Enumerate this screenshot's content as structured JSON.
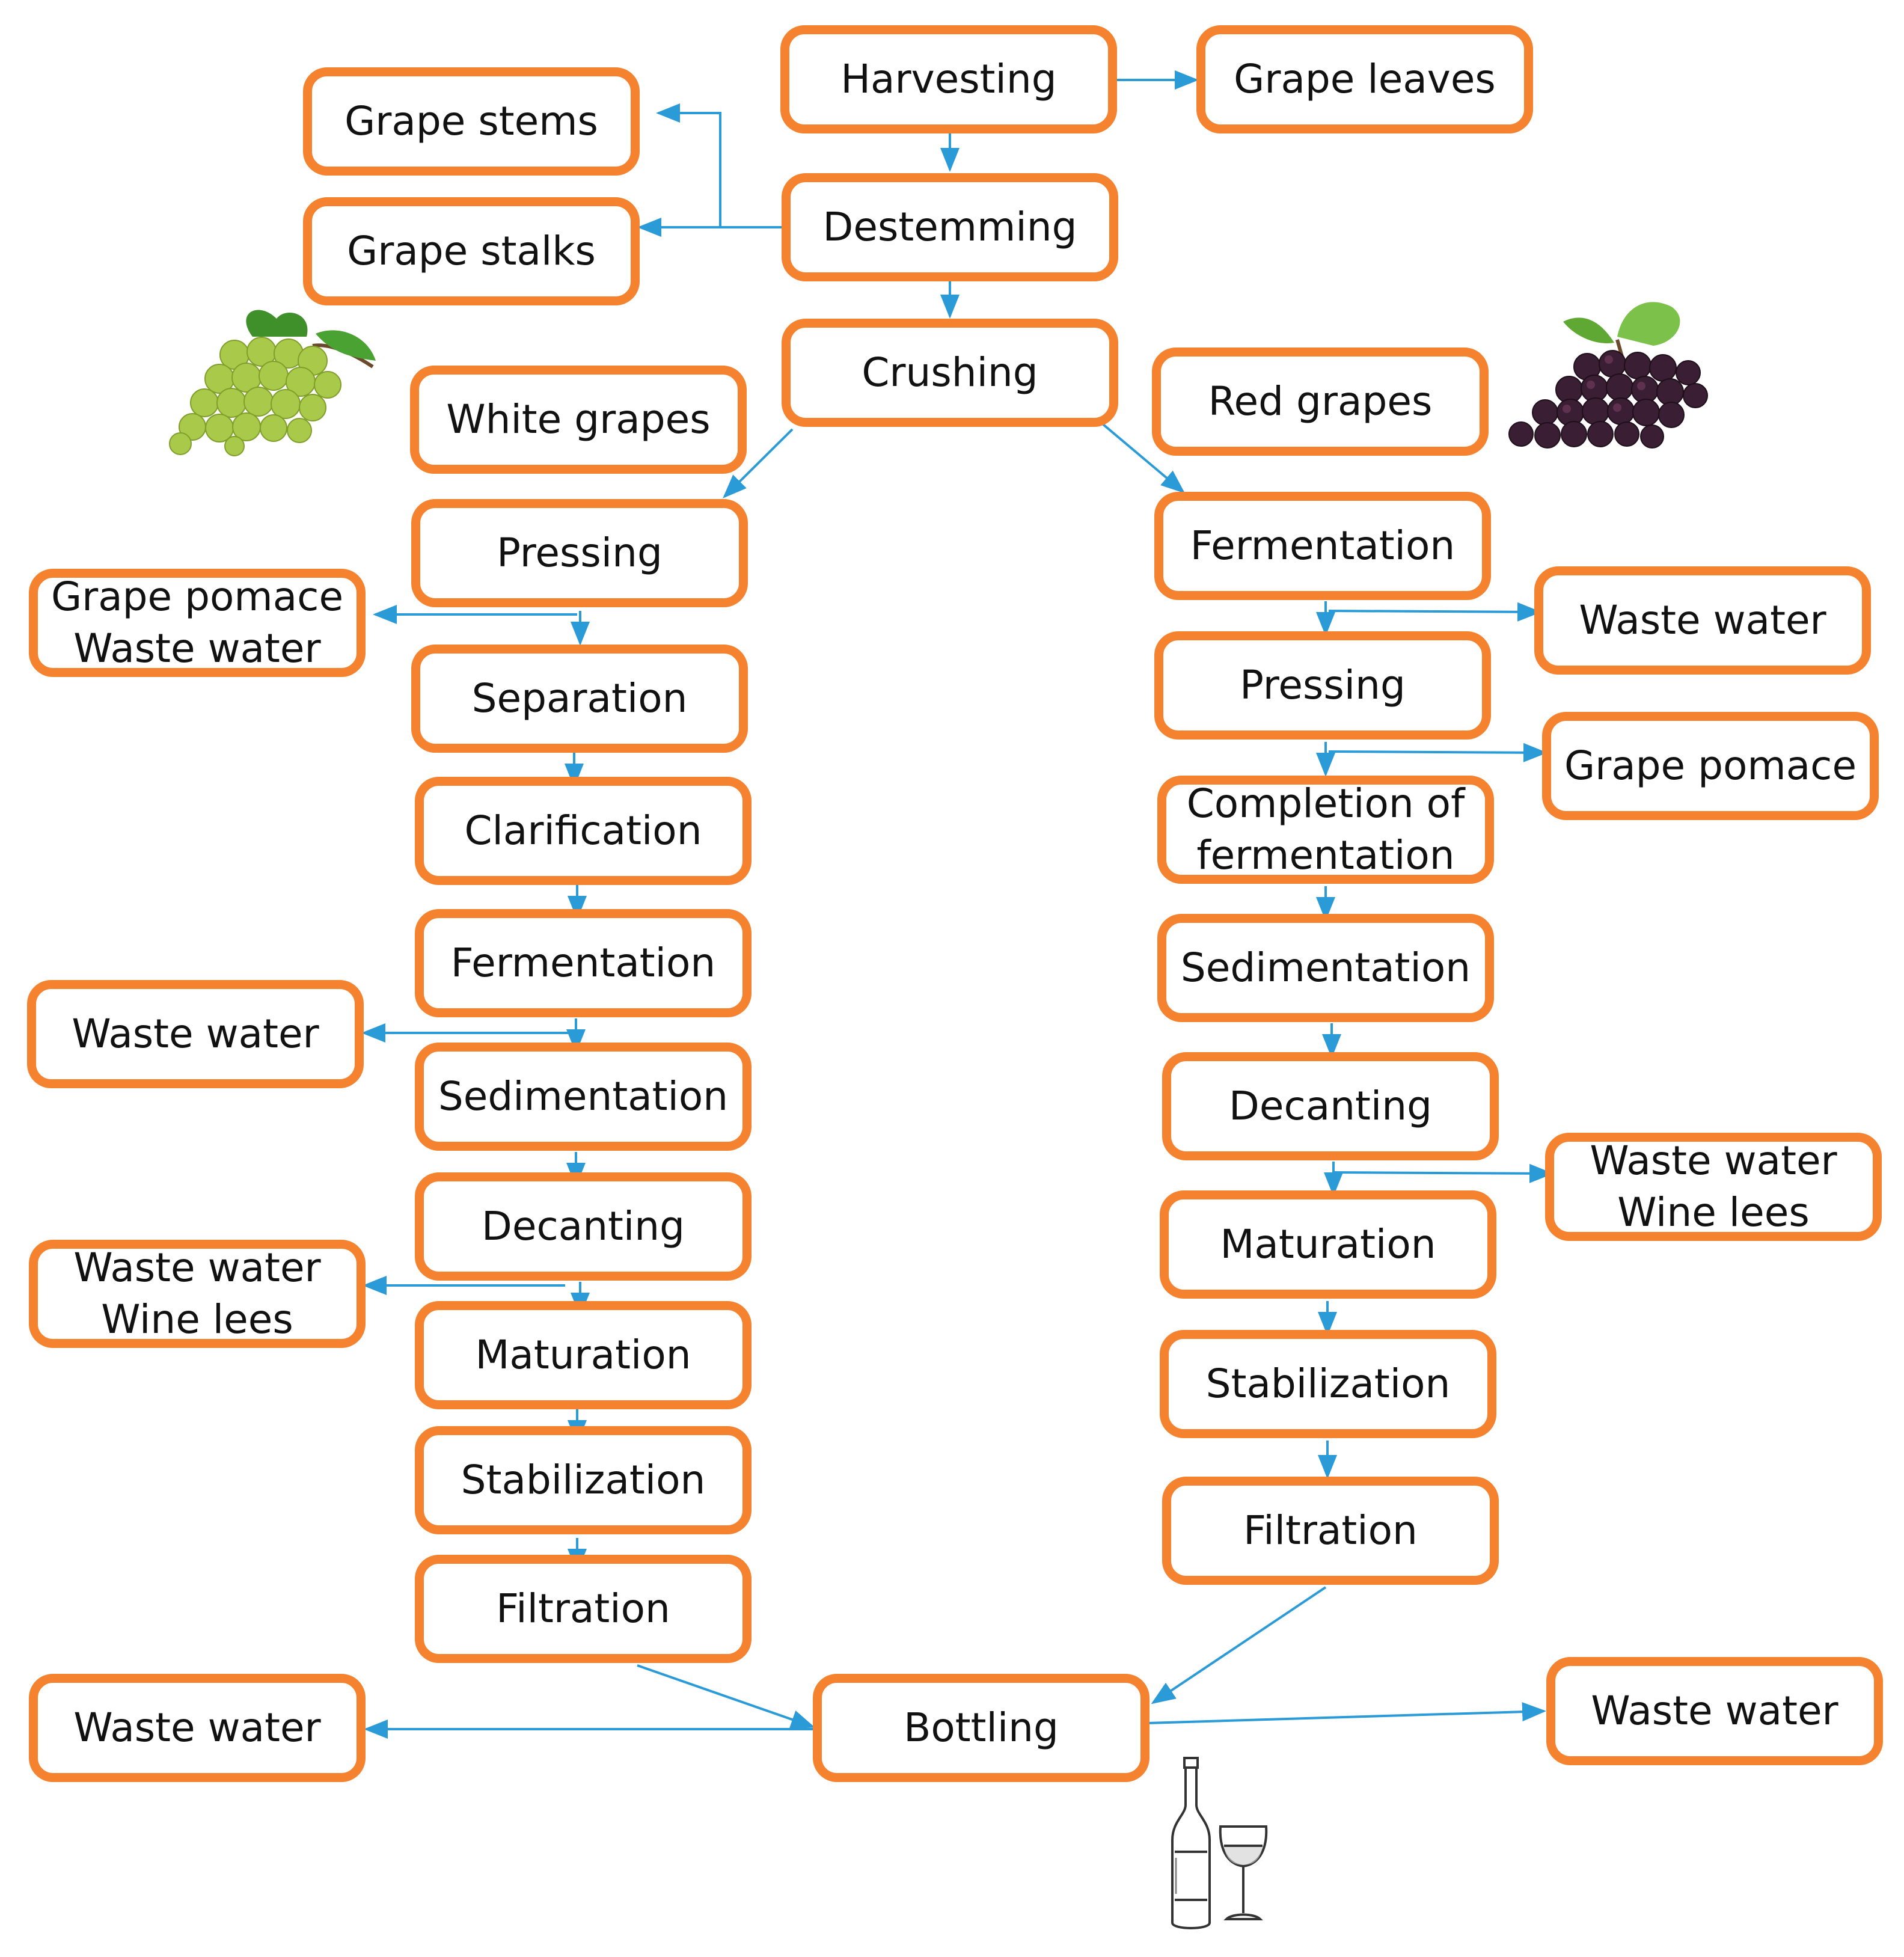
{
  "colors": {
    "box_border": "#f5822e",
    "arrow": "#2b9bd8",
    "text": "#111111"
  },
  "nodes": {
    "harvesting": "Harvesting",
    "grape_leaves": "Grape leaves",
    "grape_stems": "Grape stems",
    "grape_stalks": "Grape stalks",
    "destemming": "Destemming",
    "crushing": "Crushing",
    "white_grapes": "White grapes",
    "red_grapes": "Red grapes",
    "w_pressing": "Pressing",
    "w_pomace_water": "Grape pomace\nWaste water",
    "w_separation": "Separation",
    "w_clarification": "Clarification",
    "w_fermentation": "Fermentation",
    "w_waste_water_1": "Waste water",
    "w_sedimentation": "Sedimentation",
    "w_decanting": "Decanting",
    "w_waste_lees": "Waste water\nWine lees",
    "w_maturation": "Maturation",
    "w_stabilization": "Stabilization",
    "w_filtration": "Filtration",
    "w_waste_water_2": "Waste water",
    "bottling": "Bottling",
    "r_fermentation": "Fermentation",
    "r_waste_water_1": "Waste water",
    "r_pressing": "Pressing",
    "r_grape_pomace": "Grape pomace",
    "r_completion": "Completion of\nfermentation",
    "r_sedimentation": "Sedimentation",
    "r_decanting": "Decanting",
    "r_waste_lees": "Waste water\nWine lees",
    "r_maturation": "Maturation",
    "r_stabilization": "Stabilization",
    "r_filtration": "Filtration",
    "r_waste_water_2": "Waste water"
  },
  "illustrations": {
    "white_grapes_picture": "green-grape-cluster-icon",
    "red_grapes_picture": "red-grape-cluster-icon",
    "wine_picture": "wine-bottle-and-glass-icon"
  }
}
